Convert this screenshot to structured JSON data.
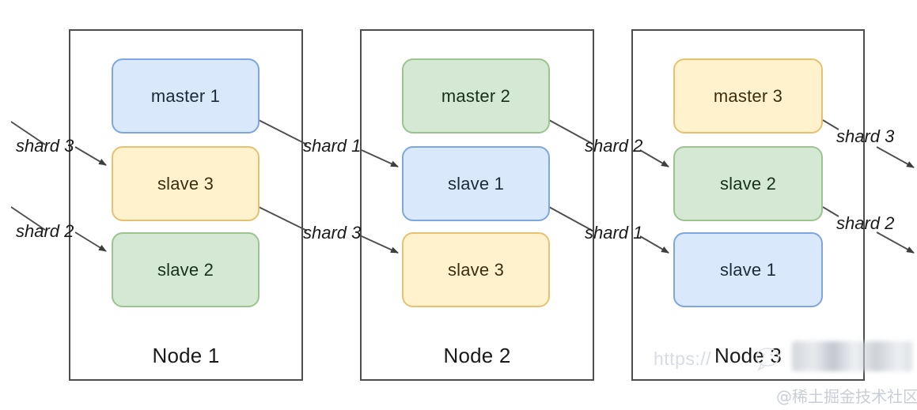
{
  "diagram": {
    "title": "Redis Cluster sharding master-slave layout",
    "colors": {
      "blue_fill": "#dae8fc",
      "blue_stroke": "#7ea6e0",
      "yellow_fill": "#fff2cc",
      "yellow_stroke": "#e8c170",
      "green_fill": "#d5e8d4",
      "green_stroke": "#9cc48f",
      "frame_stroke": "#4d4d4d",
      "edge_stroke": "#4d4d4d",
      "text": "#1a1a1a"
    },
    "nodes": [
      {
        "id": "node1",
        "label": "Node 1",
        "boxes": [
          {
            "label": "master 1",
            "color": "blue",
            "role": "master",
            "shard": 1
          },
          {
            "label": "slave 3",
            "color": "yellow",
            "role": "slave",
            "shard": 3
          },
          {
            "label": "slave 2",
            "color": "green",
            "role": "slave",
            "shard": 2
          }
        ]
      },
      {
        "id": "node2",
        "label": "Node 2",
        "boxes": [
          {
            "label": "master 2",
            "color": "green",
            "role": "master",
            "shard": 2
          },
          {
            "label": "slave 1",
            "color": "blue",
            "role": "slave",
            "shard": 1
          },
          {
            "label": "slave 3",
            "color": "yellow",
            "role": "slave",
            "shard": 3
          }
        ]
      },
      {
        "id": "node3",
        "label": "Node 3",
        "boxes": [
          {
            "label": "master 3",
            "color": "yellow",
            "role": "master",
            "shard": 3
          },
          {
            "label": "slave 2",
            "color": "green",
            "role": "slave",
            "shard": 2
          },
          {
            "label": "slave 1",
            "color": "blue",
            "role": "slave",
            "shard": 1
          }
        ]
      }
    ],
    "edge_labels": [
      {
        "id": "left-upper",
        "text": "shard 3"
      },
      {
        "id": "left-lower",
        "text": "shard 2"
      },
      {
        "id": "mid1-upper",
        "text": "shard 1"
      },
      {
        "id": "mid1-lower",
        "text": "shard 3"
      },
      {
        "id": "mid2-upper",
        "text": "shard 2"
      },
      {
        "id": "mid2-lower",
        "text": "shard 1"
      },
      {
        "id": "right-upper",
        "text": "shard 3"
      },
      {
        "id": "right-lower",
        "text": "shard 2"
      }
    ]
  },
  "watermark": {
    "url_text": "https://",
    "credit": "@稀土掘金技术社区"
  }
}
